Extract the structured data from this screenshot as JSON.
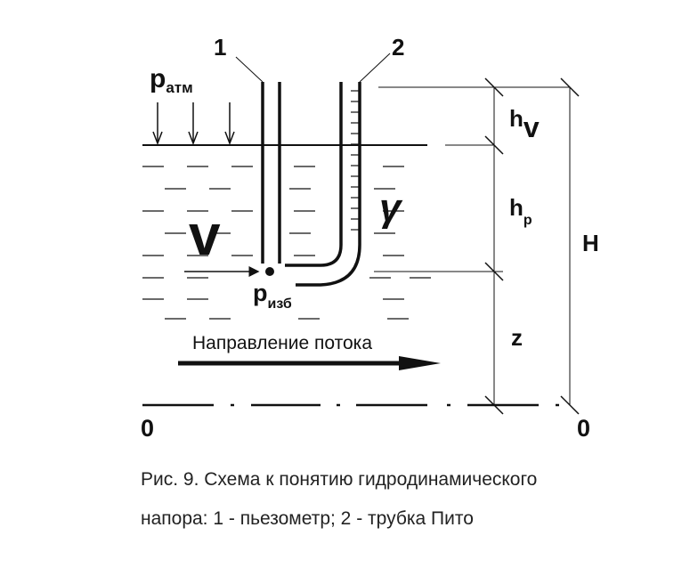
{
  "diagram": {
    "labels": {
      "tube1": "1",
      "tube2": "2",
      "p_main": "p",
      "atm_sub": "атм",
      "v_big": "v",
      "p_izb_main": "p",
      "izb_sub": "изб",
      "gamma": "γ",
      "hv_main": "h",
      "hv_sub": "v",
      "hp_main": "h",
      "hp_sub": "р",
      "H": "H",
      "z": "z",
      "zero_left": "0",
      "zero_right": "0",
      "flow_direction": "Направление потока"
    }
  },
  "caption": {
    "line1": "Рис. 9. Схема к понятию гидродинамического",
    "line2": "напора: 1 - пьезометр; 2 - трубка Пито"
  }
}
